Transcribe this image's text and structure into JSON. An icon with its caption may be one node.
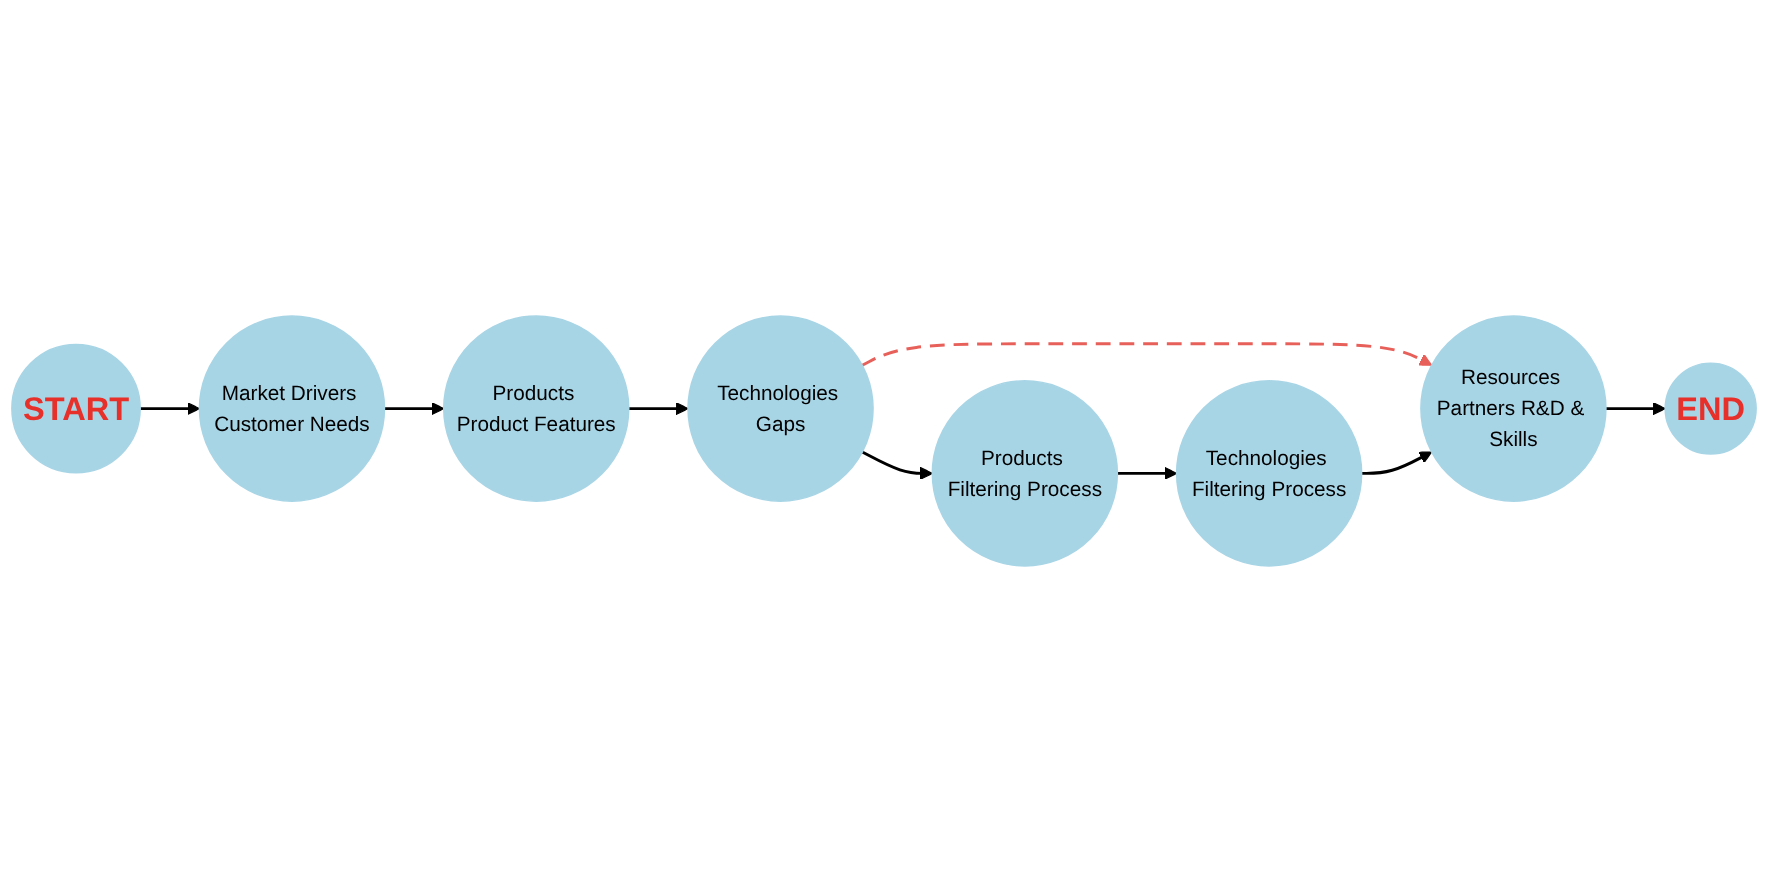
{
  "diagram": {
    "nodes": [
      {
        "text": [
          "START"
        ]
      },
      {
        "text": [
          "Market Drivers Customer Needs"
        ]
      },
      {
        "text": [
          "Products Product Features"
        ]
      },
      {
        "text": [
          "Technologies Gaps"
        ]
      },
      {
        "text": [
          "Products Filtering Process"
        ]
      },
      {
        "text": [
          "Technologies Filtering Process"
        ]
      },
      {
        "text": [
          "Resources Partners R&D & Skills"
        ]
      },
      {
        "text": [
          "END"
        ]
      }
    ],
    "edges": [
      {
        "from": 0,
        "to": 1,
        "arrow": "to"
      },
      {
        "from": 1,
        "to": 2,
        "arrow": "to"
      },
      {
        "from": 2,
        "to": 3,
        "arrow": "to"
      },
      {
        "from": 3,
        "to": 6,
        "arrow": "to",
        "style": "dashed",
        "color": "#e8605a"
      },
      {
        "from": 3,
        "to": 4,
        "arrow": "to"
      },
      {
        "from": 4,
        "to": 5,
        "arrow": "to"
      },
      {
        "from": 5,
        "to": 6,
        "arrow": "to"
      },
      {
        "from": 6,
        "to": 7,
        "arrow": "to"
      }
    ]
  }
}
